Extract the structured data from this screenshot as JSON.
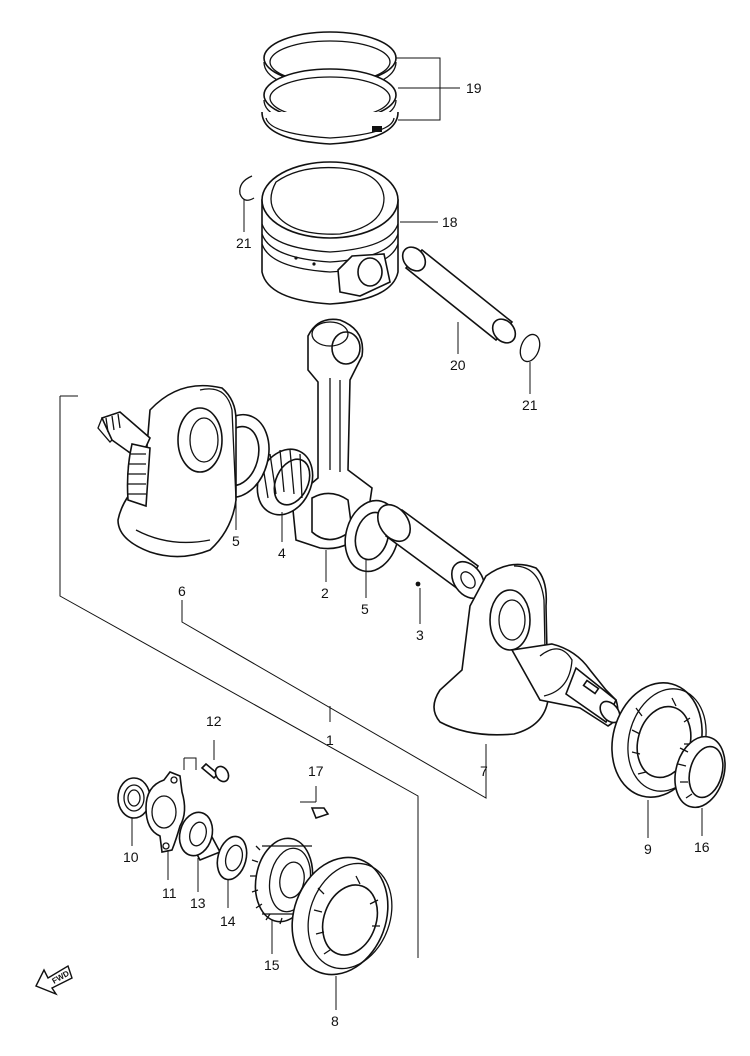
{
  "callouts": {
    "c1": "1",
    "c2": "2",
    "c3": "3",
    "c4": "4",
    "c5a": "5",
    "c5b": "5",
    "c6": "6",
    "c7": "7",
    "c8": "8",
    "c9": "9",
    "c10": "10",
    "c11": "11",
    "c12": "12",
    "c13": "13",
    "c14": "14",
    "c15": "15",
    "c16": "16",
    "c17": "17",
    "c18": "18",
    "c19": "19",
    "c20": "20",
    "c21a": "21",
    "c21b": "21"
  },
  "fwd_label": "FWD",
  "colors": {
    "ink": "#111111",
    "paper": "#ffffff"
  }
}
